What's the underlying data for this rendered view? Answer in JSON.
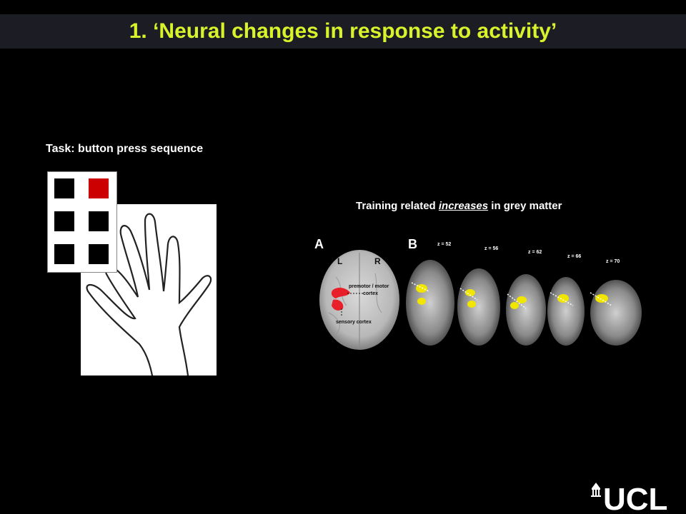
{
  "slide": {
    "title": "1. ‘Neural changes in response to activity’"
  },
  "task": {
    "label": "Task: button press sequence",
    "active_color": "#cc0000"
  },
  "training": {
    "label_before": "Training related ",
    "label_emphasis": "increases",
    "label_after": " in grey matter"
  },
  "figure": {
    "panel_a_letter": "A",
    "panel_b_letter": "B",
    "left_label": "L",
    "right_label": "R",
    "annotation_motor_line1": "premotor / motor",
    "annotation_motor_line2": "cortex",
    "annotation_sensory": "sensory cortex",
    "slices": [
      "z = 52",
      "z = 56",
      "z = 62",
      "z = 66",
      "z = 70"
    ]
  },
  "logo": {
    "text": "UCL"
  },
  "colors": {
    "title": "#d8f22c",
    "activation": "#f2e600",
    "lesion": "#e8202a"
  }
}
